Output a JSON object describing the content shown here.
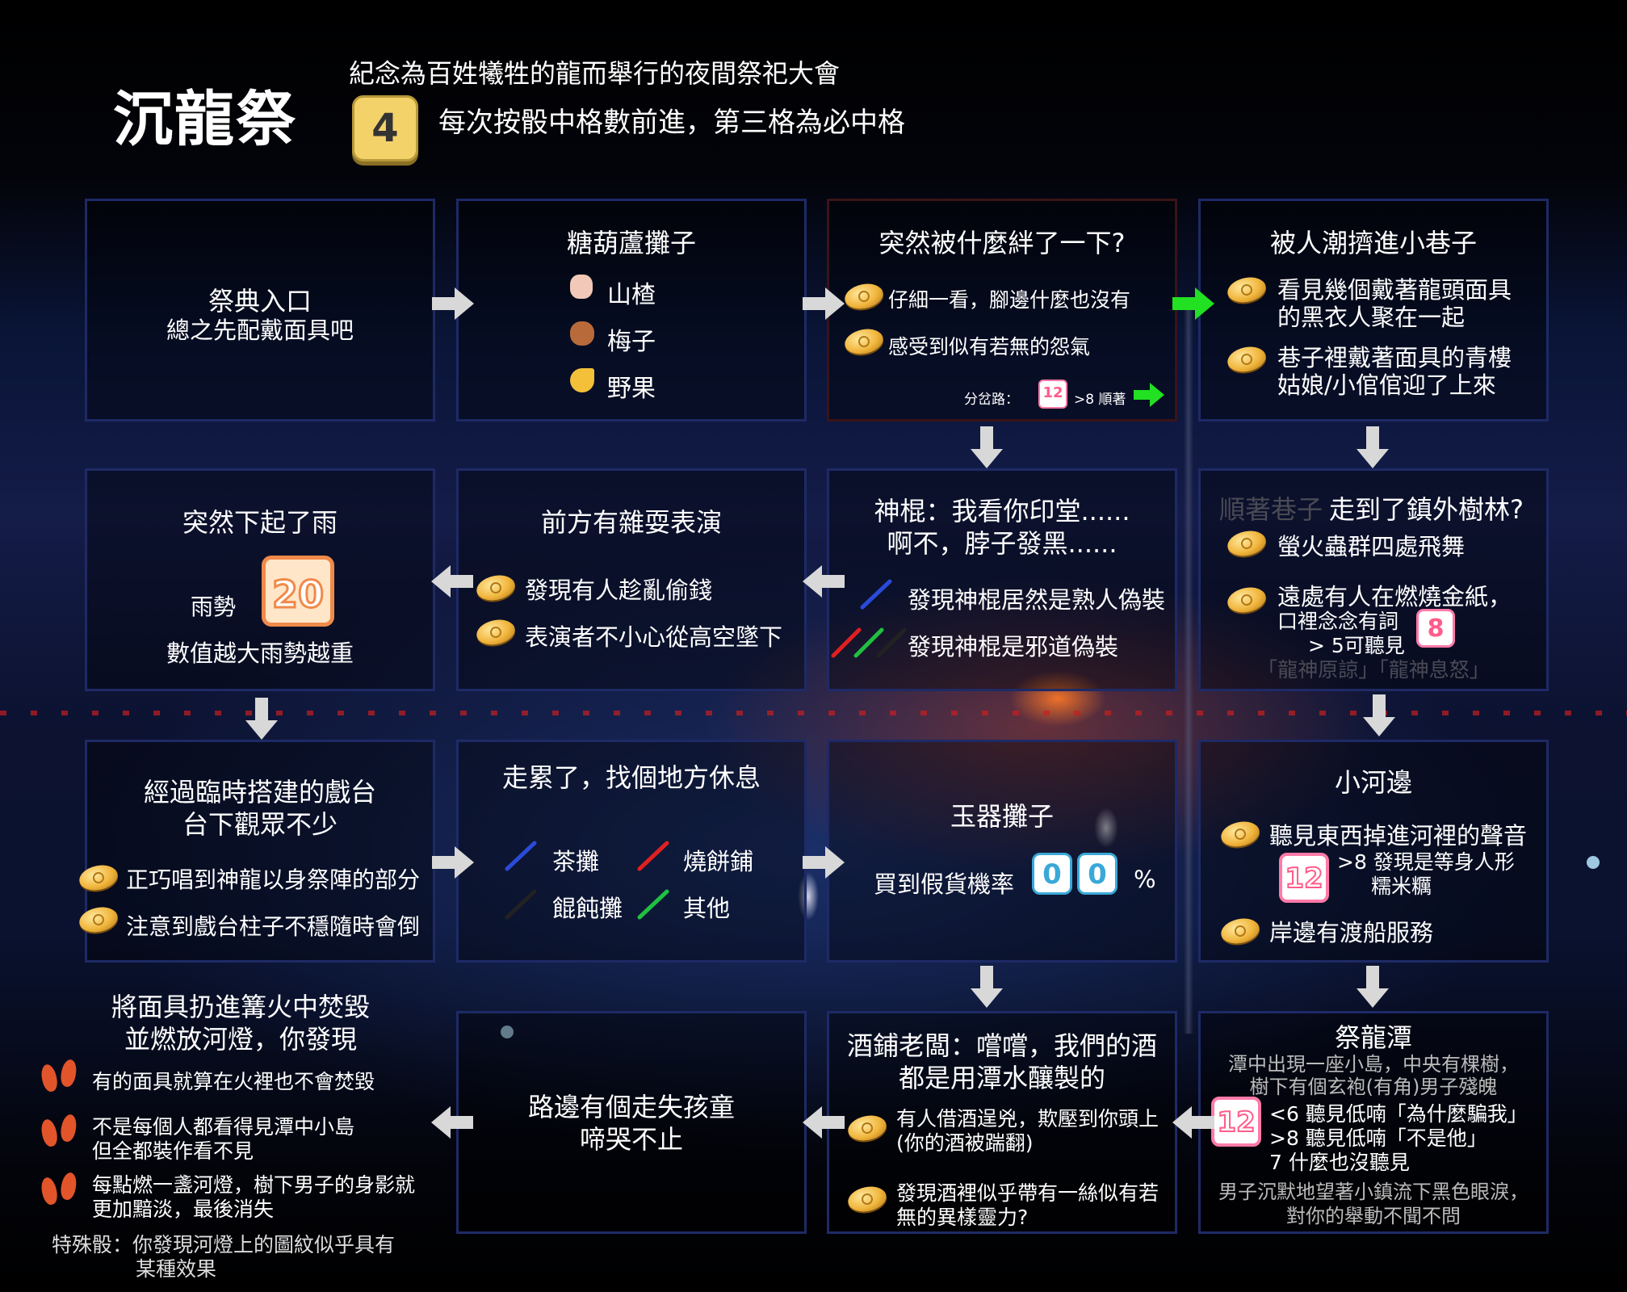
{
  "header": {
    "title": "沉龍祭",
    "subtitle": "紀念為百姓犧牲的龍而舉行的夜間祭祀大會",
    "dice_value": "4",
    "rule": "每次按骰中格數前進，第三格為必中格"
  },
  "cells": {
    "r1c1": {
      "title": "祭典入口",
      "desc": "總之先配戴面具吧"
    },
    "r1c2": {
      "title": "糖葫蘆攤子",
      "items": [
        "山楂",
        "梅子",
        "野果"
      ]
    },
    "r1c3": {
      "title": "突然被什麼絆了一下?",
      "items": [
        "仔細一看，腳邊什麼也沒有",
        "感受到似有若無的怨氣"
      ],
      "branch_label": "分岔路：",
      "branch_dice": "12",
      "branch_text": ">8 順著"
    },
    "r1c4": {
      "title": "被人潮擠進小巷子",
      "items": [
        [
          "看見幾個戴著龍頭面具",
          "的黑衣人聚在一起"
        ],
        [
          "巷子裡戴著面具的青樓",
          "姑娘/小倌倌迎了上來"
        ]
      ]
    },
    "r2c1": {
      "title": "突然下起了雨",
      "rain_label": "雨勢",
      "rain_value": "20",
      "desc": "數值越大雨勢越重"
    },
    "r2c2": {
      "title": "前方有雜耍表演",
      "items": [
        "發現有人趁亂偷錢",
        "表演者不小心從高空墜下"
      ]
    },
    "r2c3": {
      "title": [
        "神棍：我看你印堂......",
        "啊不，脖子發黑......"
      ],
      "items": [
        "發現神棍居然是熟人偽裝",
        "發現神棍是邪道偽裝"
      ]
    },
    "r2c4": {
      "title_dim": "順著巷子",
      "title": "走到了鎮外樹林?",
      "items": [
        "螢火蟲群四處飛舞",
        "遠處有人在燃燒金紙，"
      ],
      "line2": "口裡念念有詞",
      "line3": "> 5可聽見",
      "dice": "8",
      "dim_footer": "「龍神原諒」「龍神息怒」"
    },
    "r3c1": {
      "title": [
        "經過臨時搭建的戲台",
        "台下觀眾不少"
      ],
      "items": [
        "正巧唱到神龍以身祭陣的部分",
        "注意到戲台柱子不穩隨時會倒"
      ]
    },
    "r3c2": {
      "title": "走累了，找個地方休息",
      "items": [
        "茶攤",
        "燒餅鋪",
        "餛飩攤",
        "其他"
      ]
    },
    "r3c3": {
      "title": "玉器攤子",
      "label": "買到假貨機率",
      "digits": [
        "0",
        "0"
      ],
      "unit": "%"
    },
    "r3c4": {
      "title": "小河邊",
      "items": [
        "聽見東西掉進河裡的聲音",
        "岸邊有渡船服務"
      ],
      "dice": "12",
      "sub": [
        ">8 發現是等身人形",
        "糯米糲"
      ]
    },
    "r4c1": {
      "title": [
        "將面具扔進篝火中焚毀",
        "並燃放河燈，你發現"
      ],
      "items": [
        [
          "有的面具就算在火裡也不會焚毀"
        ],
        [
          "不是每個人都看得見潭中小島",
          "但全都裝作看不見"
        ],
        [
          "每點燃一盞河燈，樹下男子的身影就",
          "更加黯淡，最後消失"
        ]
      ],
      "special": [
        "特殊骰：你發現河燈上的圖紋似乎具有",
        "某種效果"
      ]
    },
    "r4c2": {
      "title": [
        "路邊有個走失孩童",
        "啼哭不止"
      ]
    },
    "r4c3": {
      "title": [
        "酒鋪老闆：嚐嚐，我們的酒",
        "都是用潭水釀製的"
      ],
      "items": [
        [
          "有人借酒逞兇，欺壓到你頭上",
          "(你的酒被踹翻)"
        ],
        [
          "發現酒裡似乎帶有一絲似有若",
          "無的異樣靈力?"
        ]
      ]
    },
    "r4c4": {
      "title": "祭龍潭",
      "desc": [
        "潭中出現一座小島，中央有棵樹，",
        "樹下有個玄袍(有角)男子殘魄"
      ],
      "dice": "12",
      "results": [
        "<6 聽見低喃「為什麼騙我」",
        ">8 聽見低喃「不是他」",
        "7 什麼也沒聽見"
      ],
      "footer": [
        "男子沉默地望著小鎮流下黑色眼淚，",
        "對你的舉動不聞不問"
      ]
    }
  },
  "colors": {
    "border": "#1e2a66",
    "accent_green": "#22e022",
    "arrow_grey": "#d8d8d8",
    "dice_yellow": "#f3d26a",
    "dice_pink": "#ff7aa8",
    "calendar_orange": "#f08a4a"
  },
  "icons": [
    "dice-icon",
    "coin-icon",
    "hawthorn-icon",
    "plum-icon",
    "wild-fruit-icon",
    "calendar-dice-icon",
    "stick-icon",
    "footprint-icon",
    "arrow-right-icon",
    "arrow-down-icon",
    "arrow-left-icon"
  ]
}
